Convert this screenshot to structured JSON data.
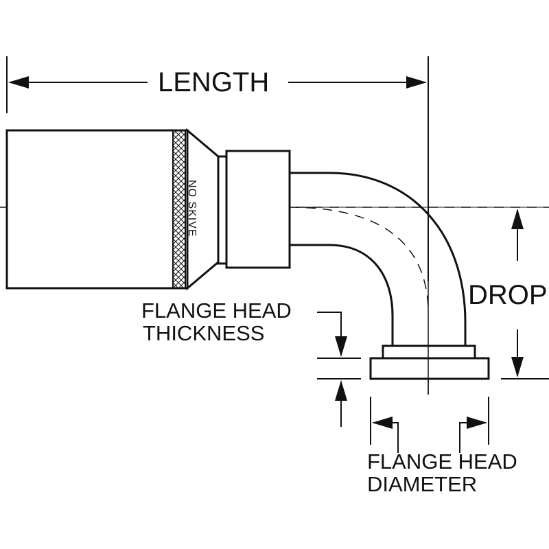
{
  "labels": {
    "length": "LENGTH",
    "drop": "DROP",
    "flange_head_thickness_line1": "FLANGE HEAD",
    "flange_head_thickness_line2": "THICKNESS",
    "flange_head_diameter_line1": "FLANGE HEAD",
    "flange_head_diameter_line2": "DIAMETER",
    "no_skive": "NO SKIVE"
  },
  "colors": {
    "line": "#111111",
    "background": "#ffffff"
  }
}
